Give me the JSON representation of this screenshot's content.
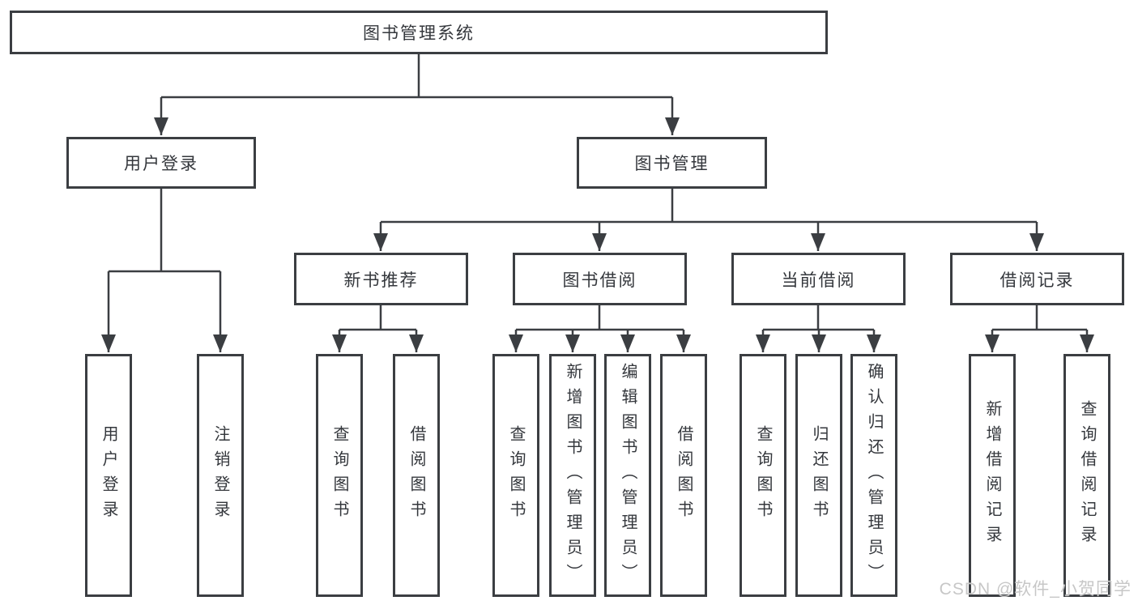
{
  "tree": {
    "root": {
      "label": "图书管理系统"
    },
    "children": [
      {
        "label": "用户登录",
        "children": [
          {
            "label": "用户登录"
          },
          {
            "label": "注销登录"
          }
        ]
      },
      {
        "label": "图书管理",
        "children": [
          {
            "label": "新书推荐",
            "children": [
              {
                "label": "查询图书"
              },
              {
                "label": "借阅图书"
              }
            ]
          },
          {
            "label": "图书借阅",
            "children": [
              {
                "label": "查询图书"
              },
              {
                "label": "新增图书（管理员）"
              },
              {
                "label": "编辑图书（管理员）"
              },
              {
                "label": "借阅图书"
              }
            ]
          },
          {
            "label": "当前借阅",
            "children": [
              {
                "label": "查询图书"
              },
              {
                "label": "归还图书"
              },
              {
                "label": "确认归还（管理员）"
              }
            ]
          },
          {
            "label": "借阅记录",
            "children": [
              {
                "label": "新增借阅记录"
              },
              {
                "label": "查询借阅记录"
              }
            ]
          }
        ]
      }
    ]
  },
  "watermark": {
    "text": "CSDN @软件_小贺同学"
  },
  "colors": {
    "line": "#3b3e42",
    "box_border": "#3b3e42",
    "text": "#34373c",
    "watermark_text": "#c7c7c7",
    "background": "#ffffff"
  }
}
